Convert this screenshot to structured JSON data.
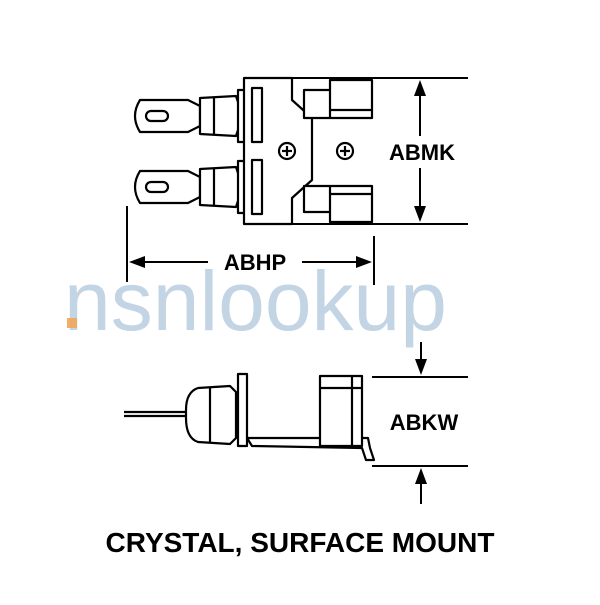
{
  "diagram": {
    "title": "CRYSTAL, SURFACE MOUNT",
    "dimensions": {
      "height_top": "ABMK",
      "length_top": "ABHP",
      "height_side": "ABKW"
    },
    "watermark": {
      "prefix": "nsn",
      "suffix": "lookup",
      "color_main": "#b9cde0",
      "color_accent": "#f2a65a"
    },
    "line_color": "#000000"
  }
}
